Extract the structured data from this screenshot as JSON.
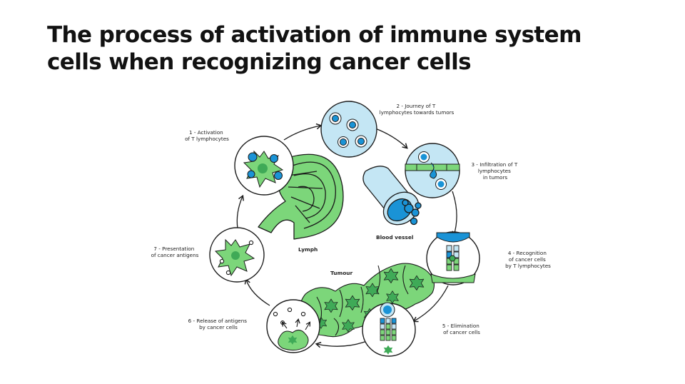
{
  "title": {
    "line1": "The process of activation of immune system",
    "line2": "cells when recognizing cancer cells"
  },
  "labels": {
    "step1": [
      "1 - Activation",
      "of T lymphocytes"
    ],
    "step2": [
      "2 - Journey of T",
      "lymphocytes towards tumors"
    ],
    "step3": [
      "3 - Infiltration of T",
      "lymphocytes",
      "in tumors"
    ],
    "step4": [
      "4 - Recognition",
      "of cancer cells",
      "by T lymphocytes"
    ],
    "step5": [
      "5 - Elimination",
      "of cancer cells"
    ],
    "step6": [
      "6 - Release of antigens",
      "by cancer cells"
    ],
    "step7": [
      "7 - Presentation",
      "of cancer antigens"
    ],
    "lymph": "Lymph",
    "blood_vessel": "Blood vessel",
    "tumour": "Tumour"
  },
  "colors": {
    "green": "#7cd67a",
    "dark_green": "#3faa57",
    "light_blue": "#c4e6f4",
    "blue": "#1a93d6",
    "outline": "#1b1b1b"
  }
}
